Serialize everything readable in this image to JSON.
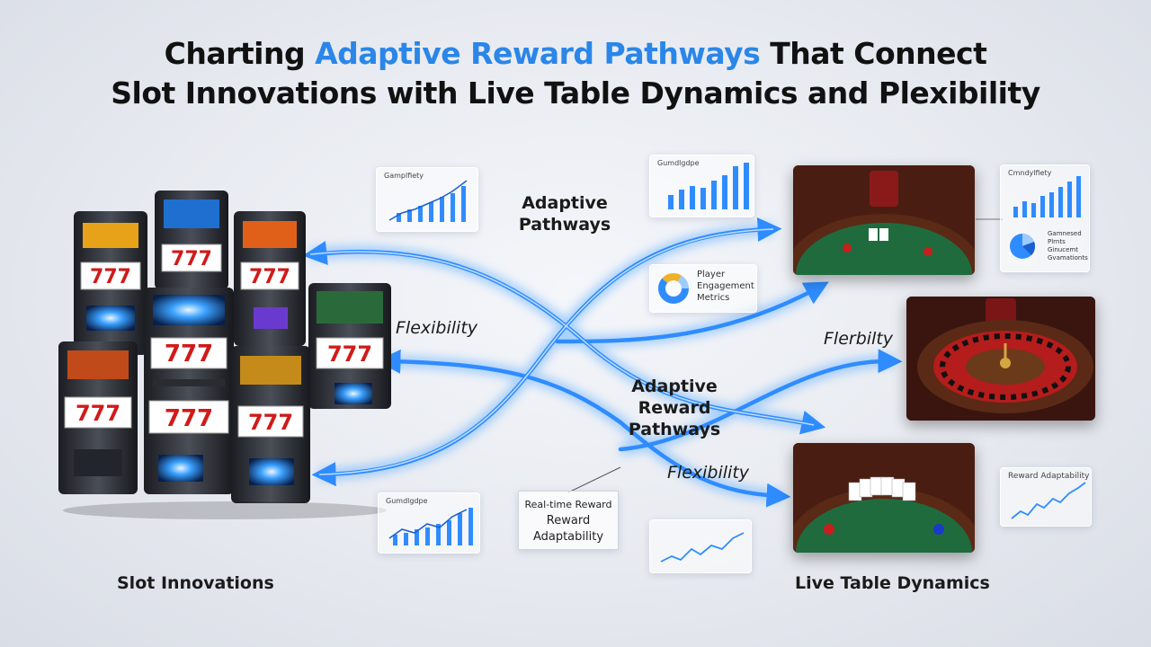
{
  "title": {
    "line1_pre": "Charting ",
    "line1_accent": "Adaptive Reward Pathways",
    "line1_post": " That Connect",
    "line2": "Slot Innovations with Live Table Dynamics and Plexibility"
  },
  "labels": {
    "adaptive_pathways_1": "Adaptive",
    "adaptive_pathways_2": "Pathways",
    "flexibility_left": "Flexibility",
    "adaptive_reward_1": "Adaptive Reward",
    "adaptive_reward_2": "Pathways",
    "flexibility_bottom": "Flexibility",
    "flerbilty": "Flerbilty",
    "slot_innovations": "Slot Innovations",
    "live_table_dynamics": "Live Table Dynamics"
  },
  "cards": {
    "top_left_title": "Gamplfiety",
    "top_mid_title": "Gumdlgdpe",
    "top_right_title": "Cmndylfiety",
    "bottom_left_title": "Gumdlgdpe",
    "bottom_right_title": "Reward Adaptability",
    "player_engagement_1": "Player",
    "player_engagement_2": "Engagement",
    "player_engagement_3": "Metrics",
    "legend_1": "Gamnesed",
    "legend_2": "Plrnts",
    "legend_3": "Ginucemt",
    "legend_4": "Gvamationts"
  },
  "reward_box": {
    "line1": "Real-time Reward",
    "line2": "Reward",
    "line3": "Adaptability"
  },
  "slot_reels": "777",
  "colors": {
    "accent": "#2a86e8",
    "flow": "#2f8cff",
    "felt": "#1f6b3e",
    "wood": "#5a2a16"
  }
}
